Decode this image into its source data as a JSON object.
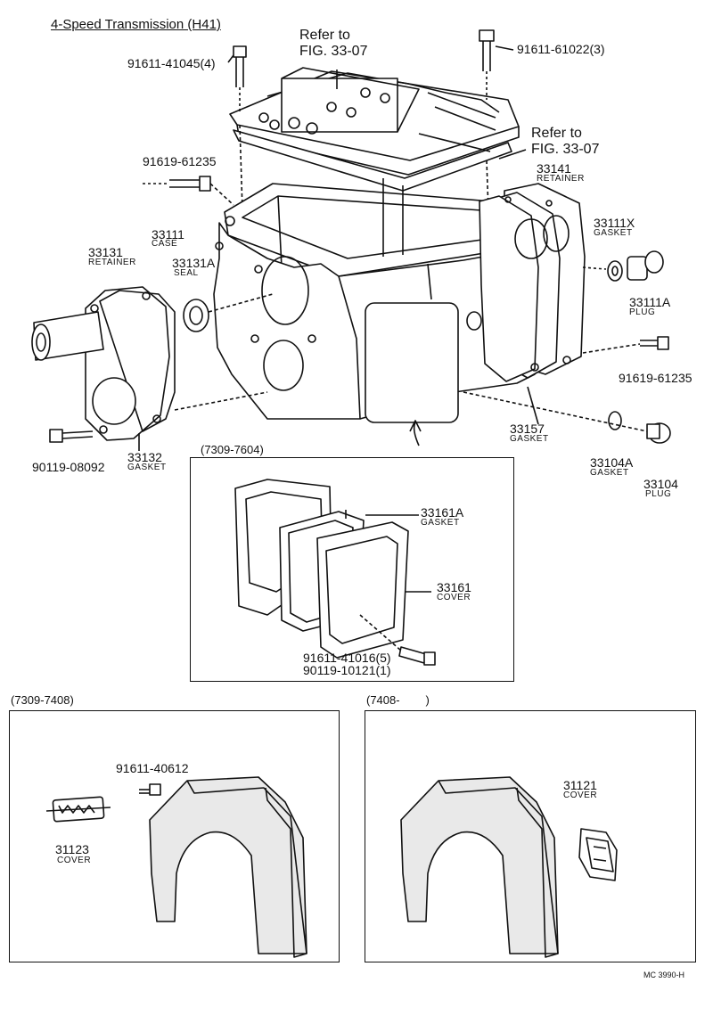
{
  "title": "4-Speed Transmission (H41)",
  "references": [
    {
      "line1": "Refer to",
      "line2": "FIG. 33-07"
    },
    {
      "line1": "Refer to",
      "line2": "FIG. 33-07"
    }
  ],
  "parts": {
    "bolt_top_left": {
      "number": "91611-41045(4)"
    },
    "bolt_top_right": {
      "number": "91611-61022(3)"
    },
    "bolt_left": {
      "number": "91619-61235"
    },
    "case": {
      "number": "33111",
      "name": "CASE"
    },
    "retainer_front": {
      "number": "33131",
      "name": "RETAINER"
    },
    "seal": {
      "number": "33131A",
      "name": "SEAL"
    },
    "retainer_rear": {
      "number": "33141",
      "name": "RETAINER"
    },
    "gasket_side": {
      "number": "33111X",
      "name": "GASKET"
    },
    "plug_side": {
      "number": "33111A",
      "name": "PLUG"
    },
    "bolt_right": {
      "number": "91619-61235"
    },
    "gasket_rear": {
      "number": "33157",
      "name": "GASKET"
    },
    "gasket_drain": {
      "number": "33104A",
      "name": "GASKET"
    },
    "plug_drain": {
      "number": "33104",
      "name": "PLUG"
    },
    "bolt_front": {
      "number": "90119-08092"
    },
    "gasket_front": {
      "number": "33132",
      "name": "GASKET"
    }
  },
  "inset_center": {
    "date_range": "(7309-7604)",
    "gasket": {
      "number": "33161A",
      "name": "GASKET"
    },
    "cover": {
      "number": "33161",
      "name": "COVER"
    },
    "bolt_a": "91611-41016(5)",
    "bolt_b": "90119-10121(1)"
  },
  "inset_left": {
    "date_range": "(7309-7408)",
    "bolt": {
      "number": "91611-40612"
    },
    "cover": {
      "number": "31123",
      "name": "COVER"
    }
  },
  "inset_right": {
    "date_range": "(7408-        )",
    "cover": {
      "number": "31121",
      "name": "COVER"
    }
  },
  "footer_code": "MC 3990-H",
  "colors": {
    "ink": "#111111",
    "paper": "#ffffff",
    "shade": "#e9e9e9"
  }
}
